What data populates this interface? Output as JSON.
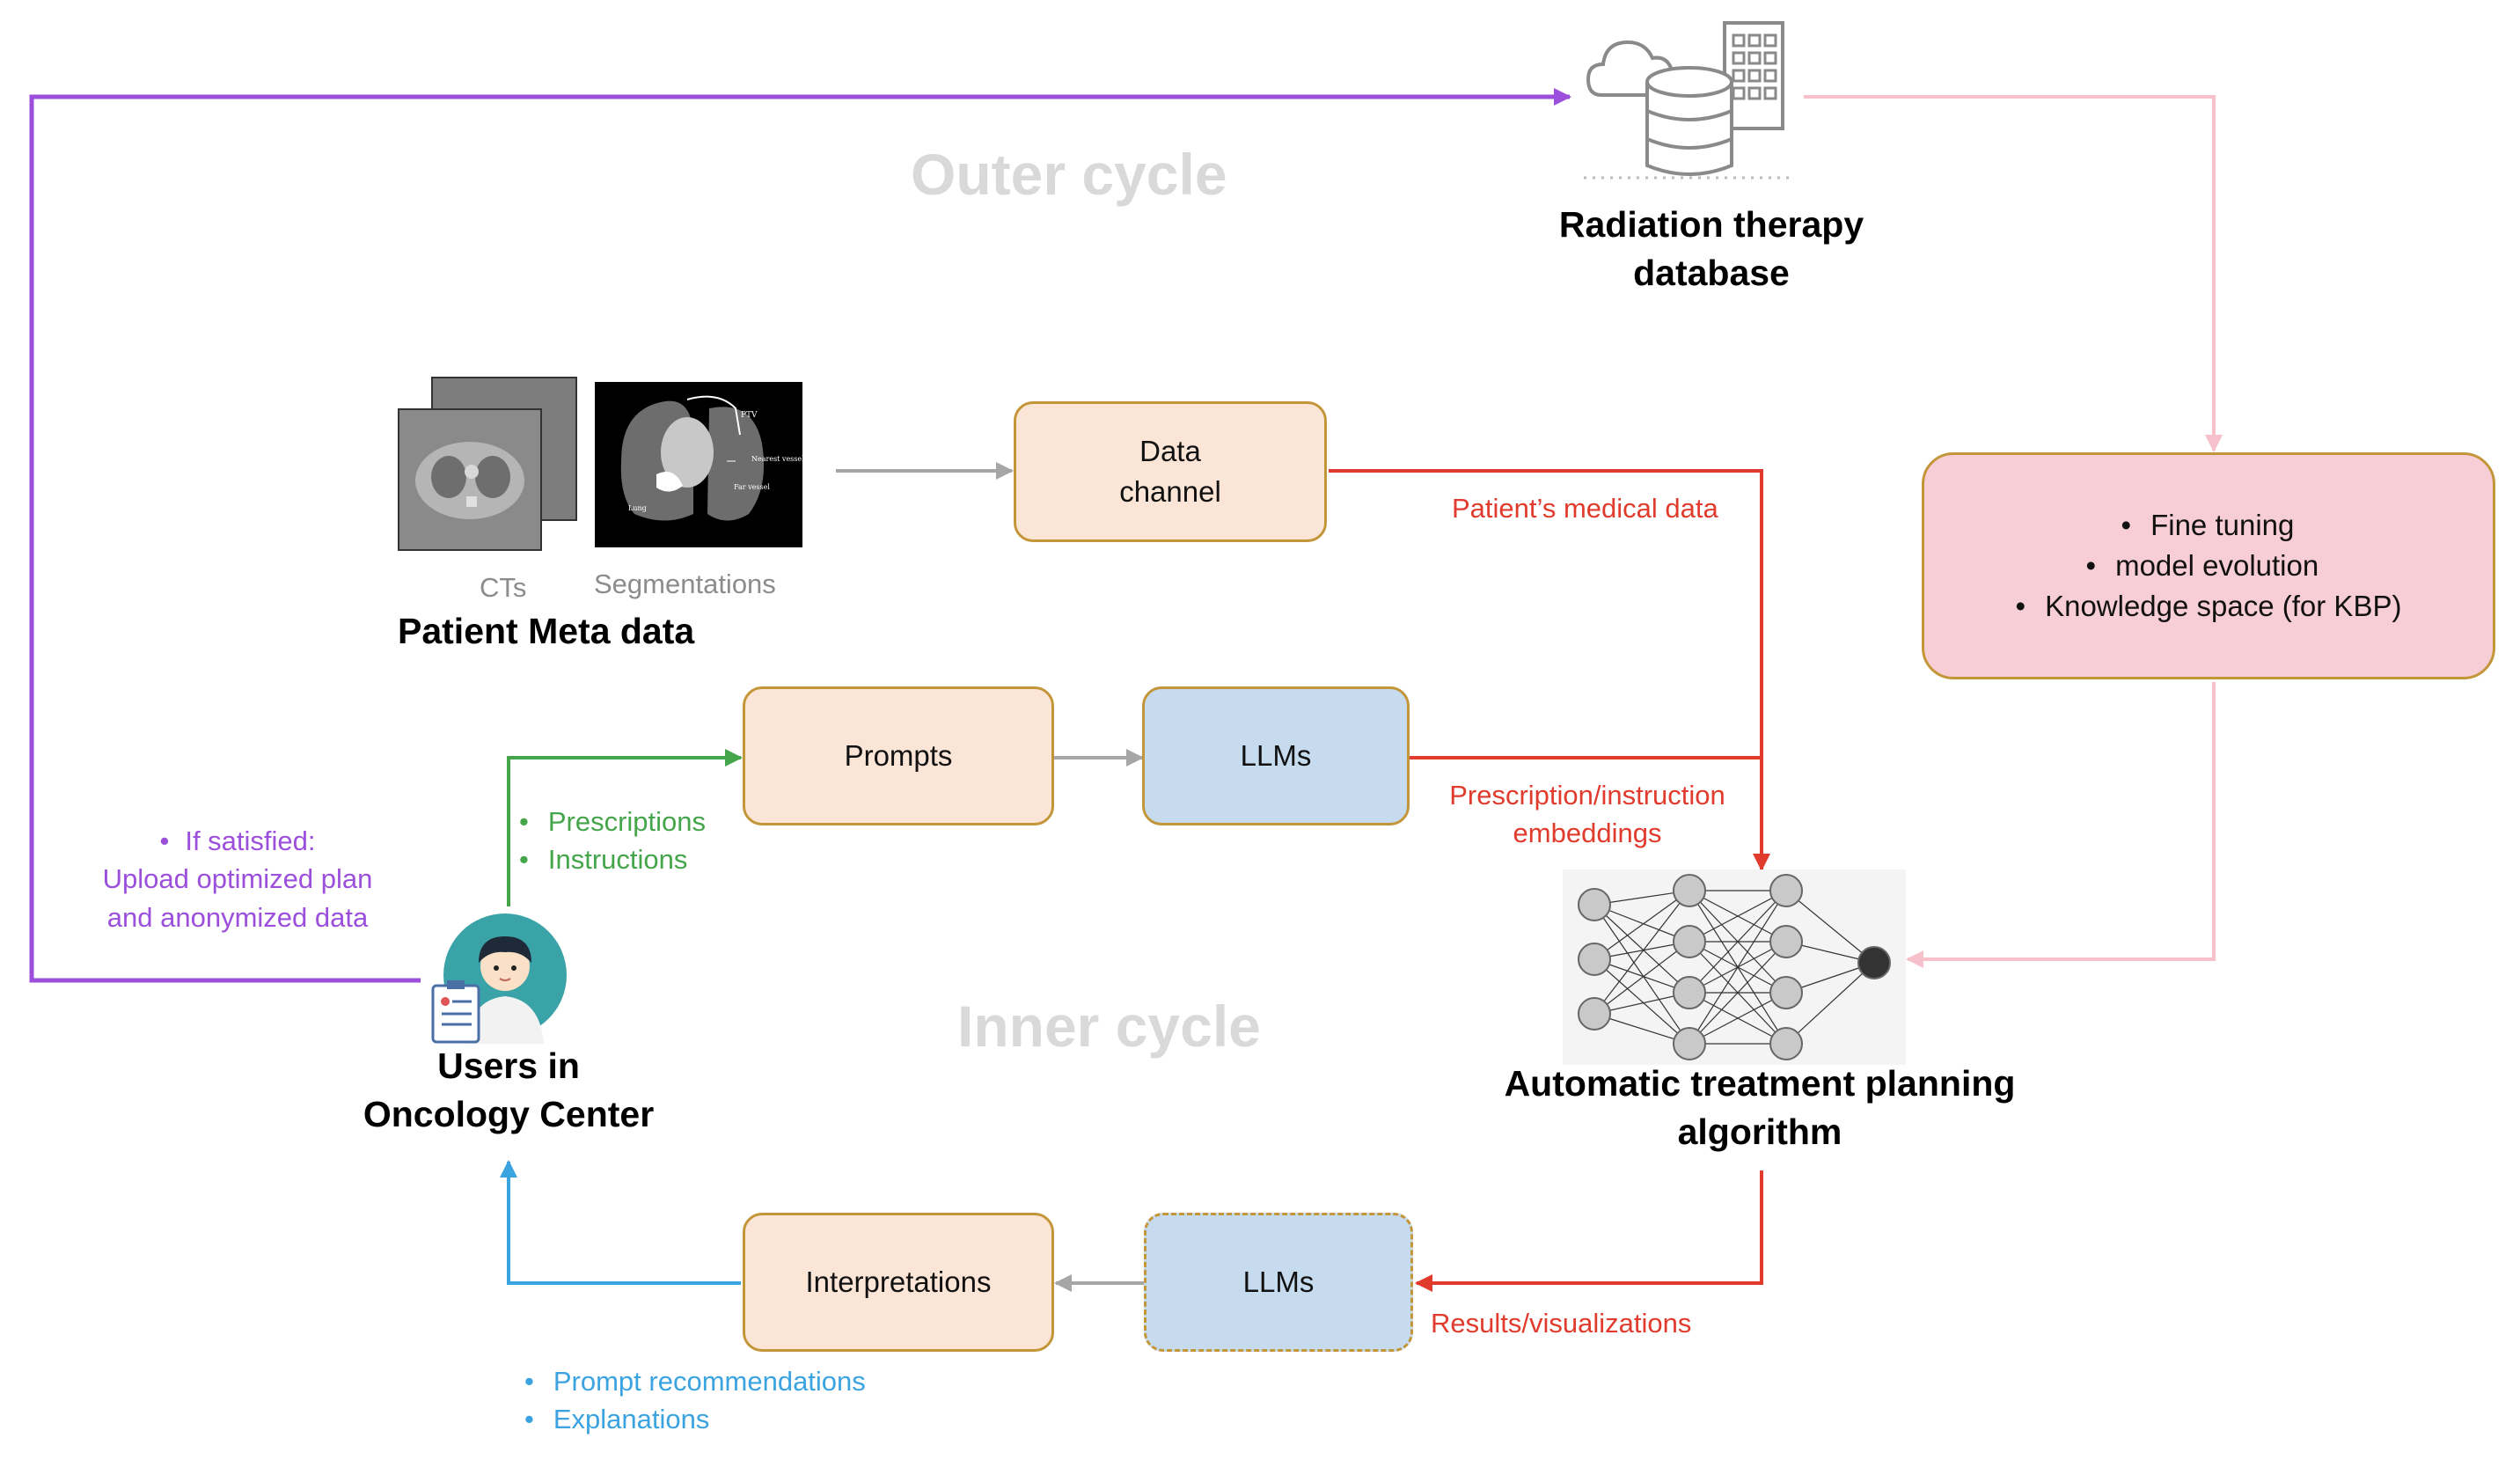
{
  "outer_cycle": "Outer cycle",
  "inner_cycle": "Inner cycle",
  "database": {
    "title_line1": "Radiation therapy",
    "title_line2": "database"
  },
  "patient": {
    "ct_caption": "CTs",
    "seg_caption": "Segmentations",
    "title": "Patient Meta data",
    "seg_labels": [
      "PTV",
      "Nearest vessel",
      "Far vessel",
      "Lung"
    ]
  },
  "data_channel": {
    "line1": "Data",
    "line2": "channel"
  },
  "prompts": "Prompts",
  "llms_top": "LLMs",
  "llms_bottom": "LLMs",
  "interpretations": "Interpretations",
  "model_box": {
    "items": [
      "Fine tuning",
      "model evolution",
      "Knowledge space (for KBP)"
    ]
  },
  "labels": {
    "patient_medical_data": "Patient’s medical data",
    "embeddings_line1": "Prescription/instruction",
    "embeddings_line2": "embeddings",
    "results": "Results/visualizations"
  },
  "green_items": [
    "Prescriptions",
    "Instructions"
  ],
  "blue_items": [
    "Prompt recommendations",
    "Explanations"
  ],
  "purple": {
    "line1": "If satisfied:",
    "line2": "Upload optimized plan",
    "line3": "and anonymized data"
  },
  "users": {
    "line1": "Users in",
    "line2": "Oncology Center"
  },
  "algorithm": {
    "line1": "Automatic treatment planning",
    "line2": "algorithm"
  },
  "colors": {
    "purple": "#9b4fdb",
    "green": "#44a54a",
    "blue": "#3ba3e0",
    "red": "#e03b2c",
    "pink": "#f7c1cc",
    "gray": "#a6a6a6"
  }
}
